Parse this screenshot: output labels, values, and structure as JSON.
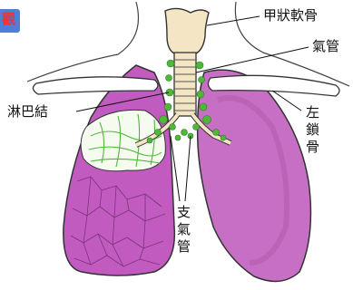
{
  "labels": {
    "thyroid": "甲狀軟骨",
    "trachea": "氣管",
    "lymph": "淋巴結",
    "clavicle": "左鎖骨",
    "bronchi": "支氣管",
    "badge": "觀"
  },
  "colors": {
    "lung": "#c15bbf",
    "lung_light": "#d27fd0",
    "lymph_node": "#4fb83a",
    "cartilage": "#f4e6c4",
    "outline": "#333333",
    "badge_bg": "#4d7fd6",
    "badge_text": "#ee3333"
  }
}
